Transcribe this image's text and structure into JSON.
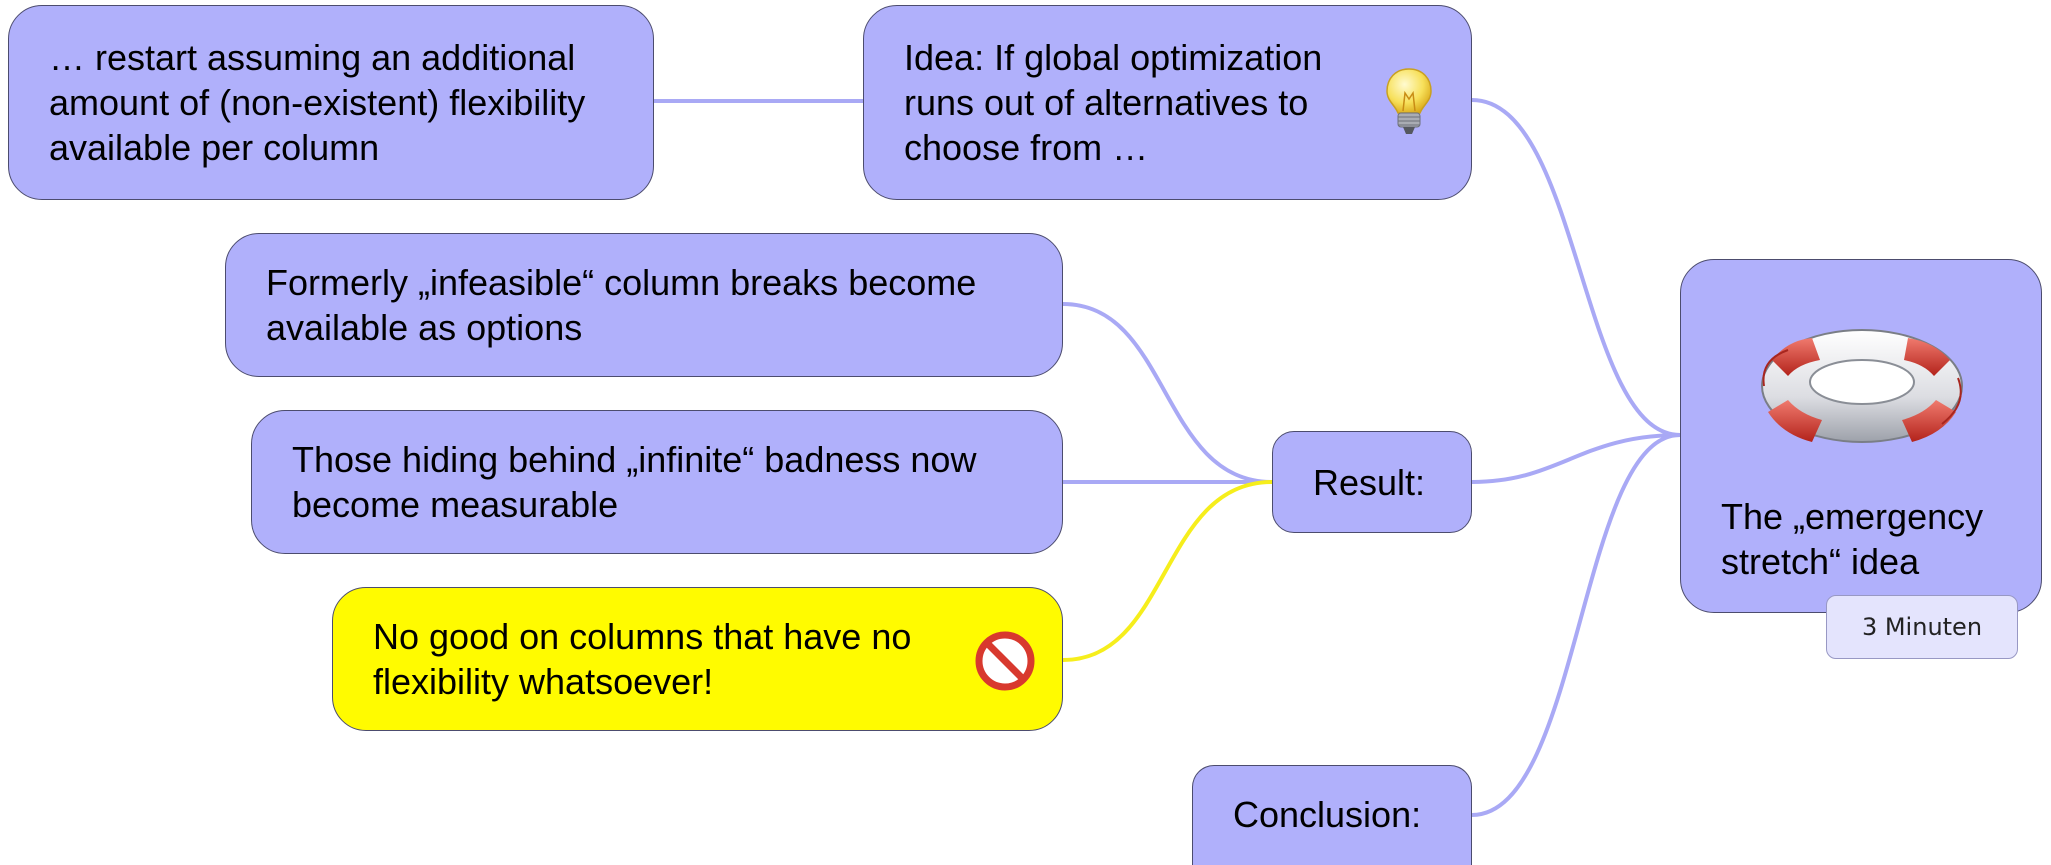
{
  "root": {
    "label": "The „emergency stretch“ idea",
    "badge": "3 Minuten",
    "icon": "lifebuoy-icon"
  },
  "idea": {
    "label": "Idea: If global optimization runs out of alternatives to choose from …",
    "icon": "lightbulb-icon"
  },
  "restart": {
    "label": "… restart assuming an additional amount of (non-existent) flexibility available per column"
  },
  "result": {
    "label": "Result:",
    "children": [
      {
        "label": "Formerly „infeasible“ column breaks become available as options"
      },
      {
        "label": "Those hiding behind „infinite“ badness now become measurable"
      },
      {
        "label": "No good on columns that have no flexibility whatsoever!",
        "icon": "prohibited-icon",
        "color": "#fffb00"
      }
    ]
  },
  "conclusion": {
    "label": "Conclusion:"
  },
  "colors": {
    "node_fill": "#b0b0fb",
    "warning_fill": "#fffb00",
    "link": "#a9a9f5",
    "warning_link": "#f6ee1c"
  }
}
